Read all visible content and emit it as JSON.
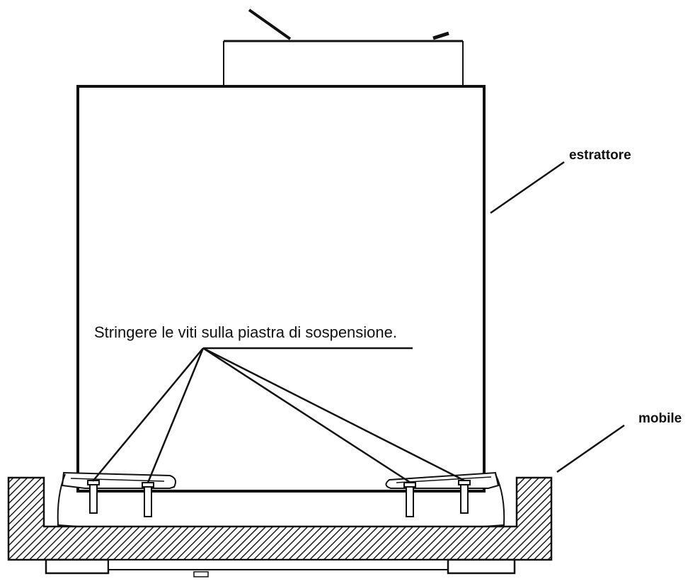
{
  "labels": {
    "extractor": "estrattore",
    "cabinet": "mobile",
    "instruction": "Stringere le viti sulla piastra di sospensione."
  }
}
